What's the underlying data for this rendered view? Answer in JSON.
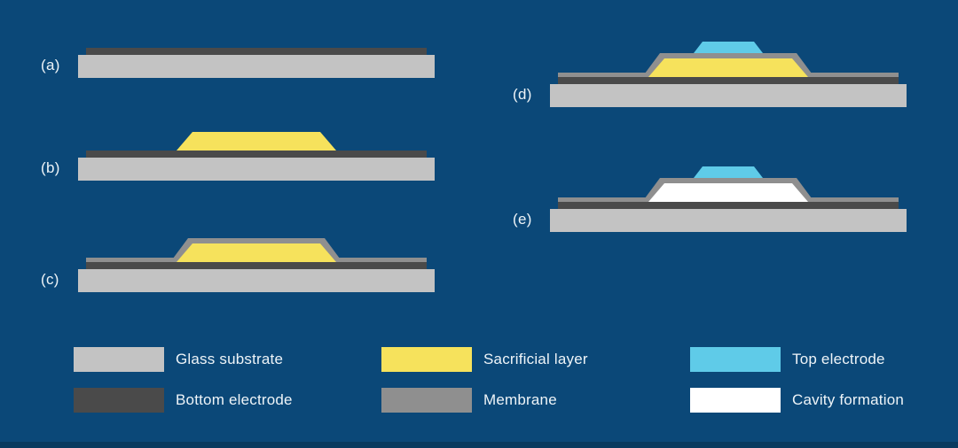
{
  "background": "#0b4878",
  "footer_bar_color": "#093a5f",
  "colors": {
    "glass_substrate": "#c3c3c3",
    "bottom_electrode": "#4a4a4a",
    "sacrificial_layer": "#f6e25c",
    "membrane": "#8f8f8f",
    "top_electrode": "#5fcbe8",
    "cavity_formation": "#ffffff",
    "label_text": "#eef4f8"
  },
  "steps": [
    {
      "label": "(a)",
      "layers": [
        "Glass substrate",
        "Bottom electrode"
      ]
    },
    {
      "label": "(b)",
      "layers": [
        "Glass substrate",
        "Bottom electrode",
        "Sacrificial layer"
      ]
    },
    {
      "label": "(c)",
      "layers": [
        "Glass substrate",
        "Bottom electrode",
        "Sacrificial layer",
        "Membrane"
      ]
    },
    {
      "label": "(d)",
      "layers": [
        "Glass substrate",
        "Bottom electrode",
        "Sacrificial layer",
        "Membrane",
        "Top electrode"
      ]
    },
    {
      "label": "(e)",
      "layers": [
        "Glass substrate",
        "Bottom electrode",
        "Membrane",
        "Top electrode",
        "Cavity formation"
      ]
    }
  ],
  "legend": [
    {
      "name": "Glass substrate",
      "color_key": "glass_substrate"
    },
    {
      "name": "Sacrificial layer",
      "color_key": "sacrificial_layer"
    },
    {
      "name": "Top electrode",
      "color_key": "top_electrode"
    },
    {
      "name": "Bottom electrode",
      "color_key": "bottom_electrode"
    },
    {
      "name": "Membrane",
      "color_key": "membrane"
    },
    {
      "name": "Cavity formation",
      "color_key": "cavity_formation"
    }
  ]
}
